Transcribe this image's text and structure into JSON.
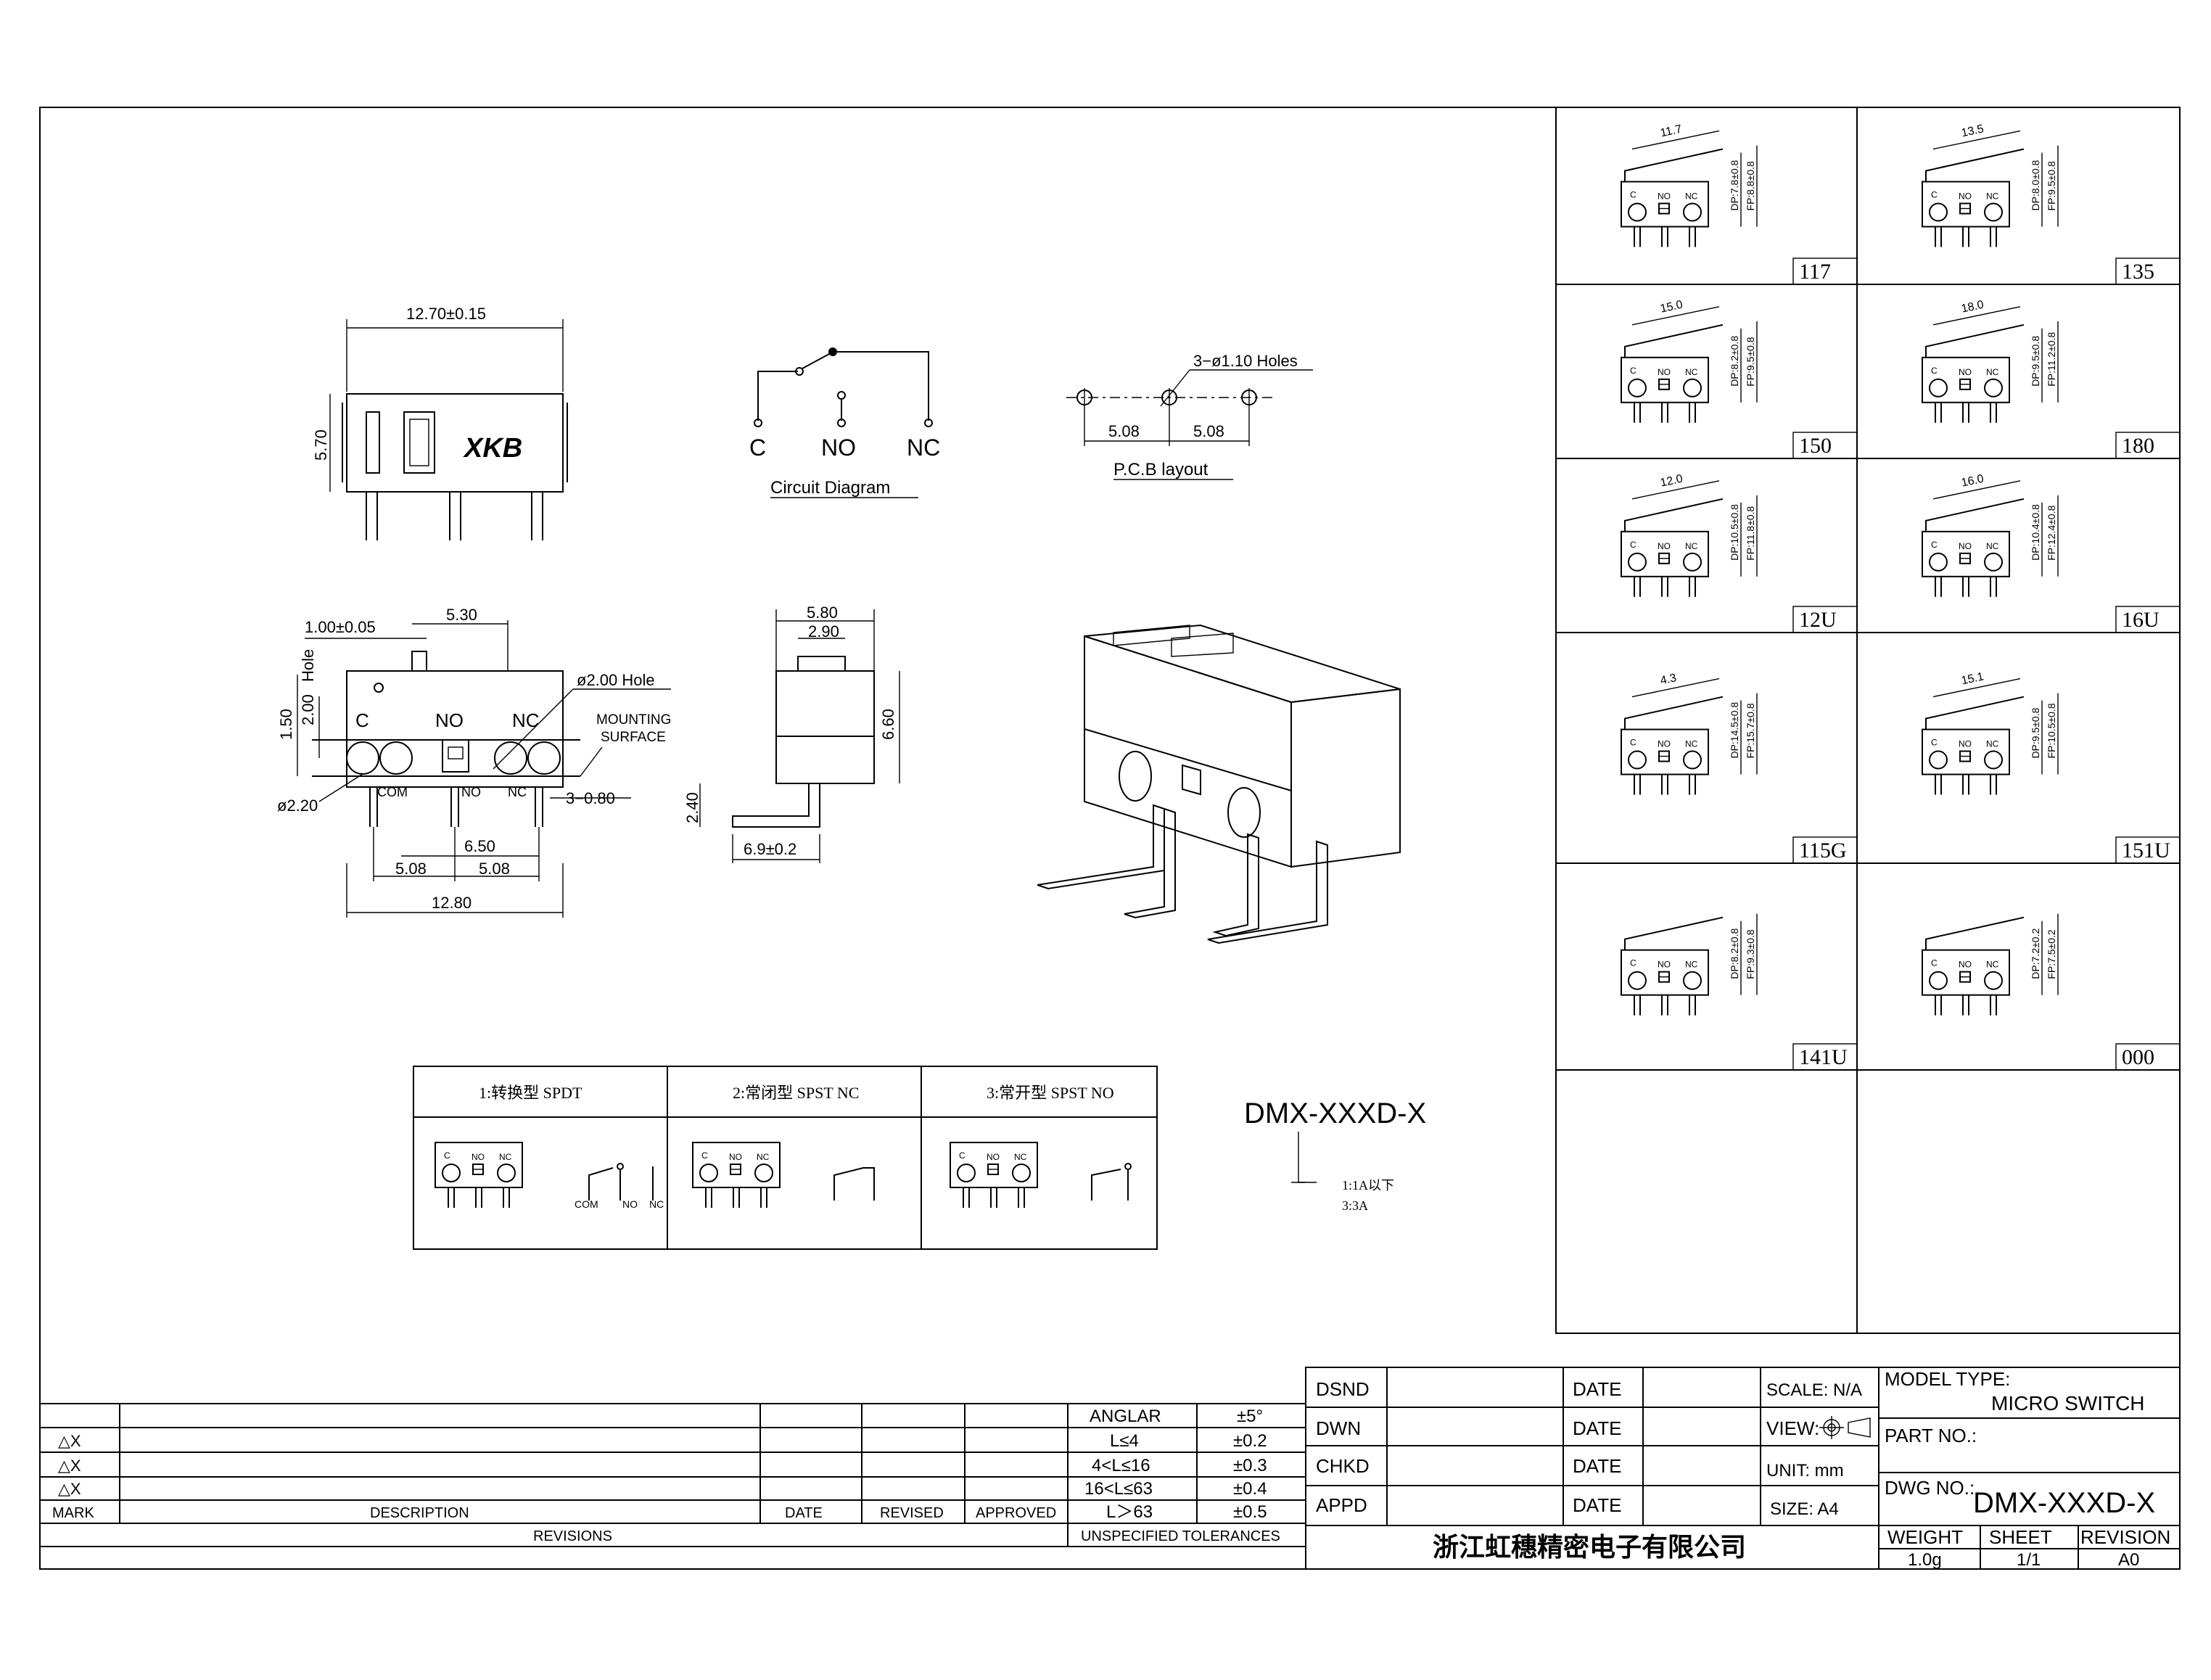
{
  "drawing": {
    "top_view": {
      "dim_width": "12.70±0.15",
      "dim_height": "5.70",
      "logo": "XKB"
    },
    "circuit": {
      "label_c": "C",
      "label_no": "NO",
      "label_nc": "NC",
      "caption": "Circuit Diagram"
    },
    "pcb": {
      "holes": "3−ø1.10 Holes",
      "pitch_left": "5.08",
      "pitch_right": "5.08",
      "caption": "P.C.B layout"
    },
    "front_view": {
      "dim_offset": "1.00±0.05",
      "dim_hole_pos": "5.30",
      "dim_hole_label": "Hole",
      "dim_2": "2.00",
      "dim_150": "1.50",
      "label_c": "C",
      "label_no": "NO",
      "label_nc": "NC",
      "hole_note": "ø2.00 Hole",
      "mounting": "MOUNTING",
      "surface": "SURFACE",
      "dim_dia": "ø2.20",
      "dim_thick": "3−0.80",
      "pin_com": "COM",
      "pin_no": "NO",
      "pin_nc": "NC",
      "dim_650": "6.50",
      "dim_508a": "5.08",
      "dim_508b": "5.08",
      "dim_total": "12.80"
    },
    "side_view": {
      "dim_580": "5.80",
      "dim_290": "2.90",
      "dim_660": "6.60",
      "dim_240": "2.40",
      "dim_69": "6.9±0.2"
    },
    "types_table": {
      "headers": [
        "1:转换型 SPDT",
        "2:常闭型 SPST NC",
        "3:常开型 SPST NO"
      ],
      "sym_com": "COM",
      "sym_no": "NO",
      "sym_nc": "NC",
      "pin_c": "C",
      "pin_no": "NO",
      "pin_nc": "NC"
    },
    "part_code": {
      "code": "DMX-XXXD-X",
      "opt1": "1:1A以下",
      "opt2": "3:3A"
    }
  },
  "variants": [
    {
      "code": "117",
      "dim_a": "11.7",
      "dim_b": "DP:7.8±0.8",
      "dim_c": "FP:8.8±0.8"
    },
    {
      "code": "135",
      "dim_a": "13.5",
      "dim_b": "DP:8.0±0.8",
      "dim_c": "FP:9.5±0.8"
    },
    {
      "code": "150",
      "dim_a": "15.0",
      "dim_b": "DP:8.2±0.8",
      "dim_c": "FP:9.5±0.8"
    },
    {
      "code": "180",
      "dim_a": "18.0",
      "dim_b": "DP:9.5±0.8",
      "dim_c": "FP:11.2±0.8"
    },
    {
      "code": "12U",
      "dim_a": "12.0",
      "dim_b": "DP:10.5±0.8",
      "dim_c": "FP:11.8±0.8"
    },
    {
      "code": "16U",
      "dim_a": "16.0",
      "dim_b": "DP:10.4±0.8",
      "dim_c": "FP:12.4±0.8"
    },
    {
      "code": "115G",
      "dim_a": "4.3",
      "dim_b": "DP:14.5±0.8",
      "dim_c": "FP:15.7±0.8"
    },
    {
      "code": "151U",
      "dim_a": "15.1",
      "dim_b": "DP:9.5±0.8",
      "dim_c": "FP:10.5±0.8"
    },
    {
      "code": "141U",
      "dim_a": "",
      "dim_b": "DP:8.2±0.8",
      "dim_c": "FP:9.3±0.8"
    },
    {
      "code": "000",
      "dim_a": "",
      "dim_b": "DP:7.2±0.2",
      "dim_c": "FP:7.5±0.2"
    }
  ],
  "title_block": {
    "rows": [
      {
        "label": "DSND",
        "date": "DATE"
      },
      {
        "label": "DWN",
        "date": "DATE"
      },
      {
        "label": "CHKD",
        "date": "DATE"
      },
      {
        "label": "APPD",
        "date": "DATE"
      }
    ],
    "scale": "SCALE: N/A",
    "view": "VIEW:",
    "unit": "UNIT: mm",
    "size": "SIZE: A4",
    "model_type_label": "MODEL TYPE:",
    "model_type": "MICRO SWITCH",
    "part_no_label": "PART NO.:",
    "dwg_no_label": "DWG NO.:",
    "dwg_no": "DMX-XXXD-X",
    "company": "浙江虹穗精密电子有限公司",
    "weight_label": "WEIGHT",
    "weight": "1.0g",
    "sheet_label": "SHEET",
    "sheet": "1/1",
    "revision_label": "REVISION",
    "revision": "A0"
  },
  "revisions": {
    "marks": [
      "△X",
      "△X",
      "△X"
    ],
    "mark": "MARK",
    "description": "DESCRIPTION",
    "date": "DATE",
    "revised": "REVISED",
    "approved": "APPROVED",
    "caption": "REVISIONS"
  },
  "tolerances": {
    "rows": [
      {
        "range": "ANGLAR",
        "tol": "±5°"
      },
      {
        "range": "L≤4",
        "tol": "±0.2"
      },
      {
        "range": "4<L≤16",
        "tol": "±0.3"
      },
      {
        "range": "16<L≤63",
        "tol": "±0.4"
      },
      {
        "range": "L＞63",
        "tol": "±0.5"
      }
    ],
    "caption": "UNSPECIFIED TOLERANCES"
  }
}
